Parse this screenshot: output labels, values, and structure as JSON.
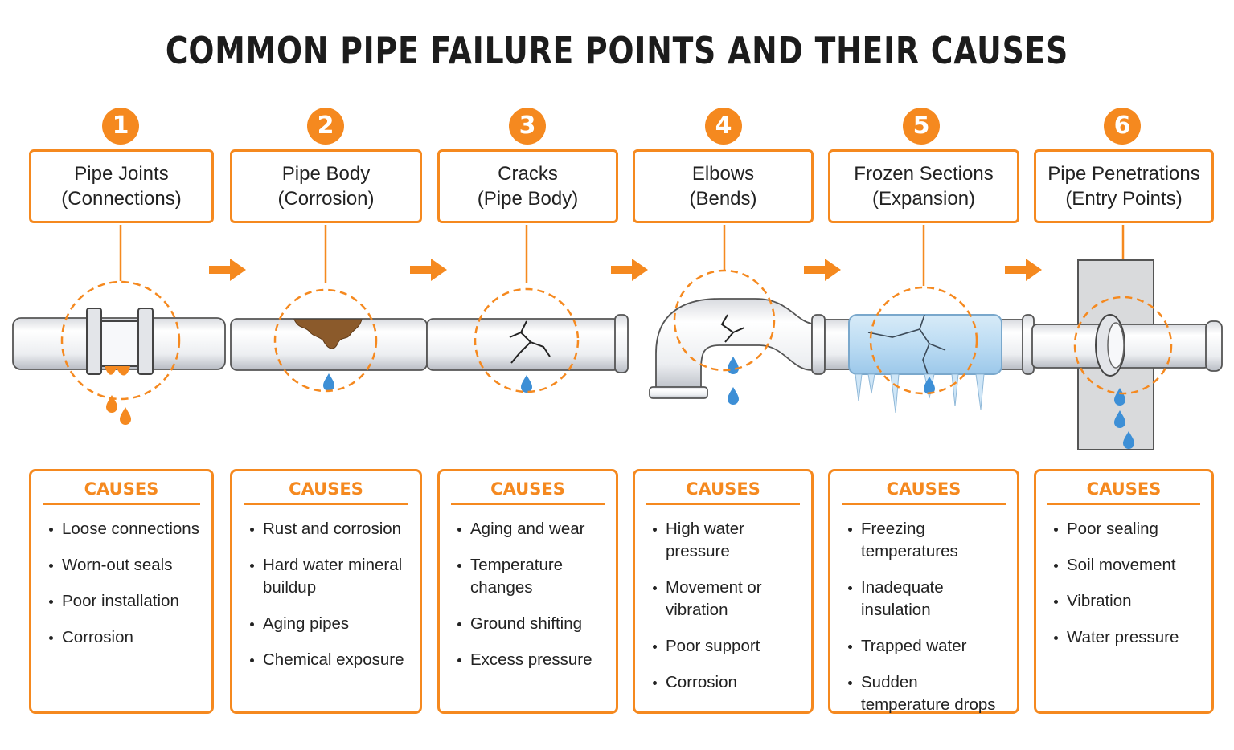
{
  "title": "COMMON PIPE FAILURE POINTS AND THEIR CAUSES",
  "colors": {
    "accent": "#f5891f",
    "water": "#3d8fd6",
    "pipe": "#f2f3f5",
    "rust": "#8b5a2b",
    "ice": "#bfdcf2"
  },
  "points": [
    {
      "number": "1",
      "name": "Pipe Joints",
      "detail": "(Connections)",
      "causes_heading": "CAUSES",
      "causes": [
        "Loose connections",
        "Worn-out seals",
        "Poor installation",
        "Corrosion"
      ]
    },
    {
      "number": "2",
      "name": "Pipe Body",
      "detail": "(Corrosion)",
      "causes_heading": "CAUSES",
      "causes": [
        "Rust and corrosion",
        "Hard water mineral buildup",
        "Aging pipes",
        "Chemical exposure"
      ]
    },
    {
      "number": "3",
      "name": "Cracks",
      "detail": "(Pipe Body)",
      "causes_heading": "CAUSES",
      "causes": [
        "Aging and wear",
        "Temperature changes",
        "Ground shifting",
        "Excess pressure"
      ]
    },
    {
      "number": "4",
      "name": "Elbows",
      "detail": "(Bends)",
      "causes_heading": "CAUSES",
      "causes": [
        "High water pressure",
        "Movement or vibration",
        "Poor support",
        "Corrosion"
      ]
    },
    {
      "number": "5",
      "name": "Frozen Sections",
      "detail": "(Expansion)",
      "causes_heading": "CAUSES",
      "causes": [
        "Freezing temperatures",
        "Inadequate insulation",
        "Trapped water",
        "Sudden temperature drops"
      ]
    },
    {
      "number": "6",
      "name": "Pipe Penetrations",
      "detail": "(Entry Points)",
      "causes_heading": "CAUSES",
      "causes": [
        "Poor sealing",
        "Soil movement",
        "Vibration",
        "Water pressure"
      ]
    }
  ]
}
